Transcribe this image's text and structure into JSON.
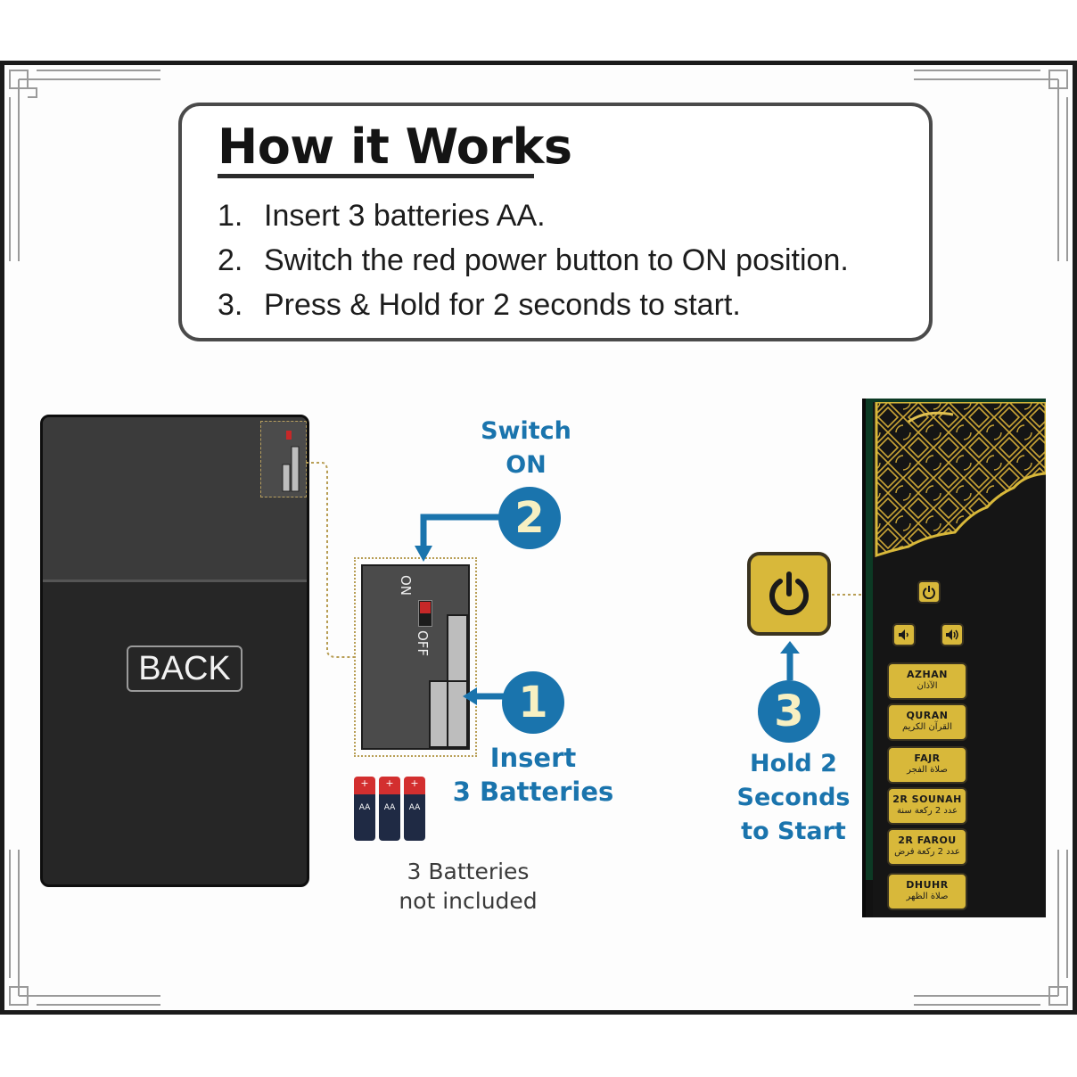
{
  "info": {
    "title": "How it Works",
    "steps": [
      {
        "num": "1.",
        "text": "Insert 3 batteries AA."
      },
      {
        "num": "2.",
        "text": "Switch the red power button to ON position."
      },
      {
        "num": "3.",
        "text": "Press & Hold for 2 seconds to start."
      }
    ]
  },
  "back_device": {
    "label": "BACK",
    "switch_on": "ON",
    "switch_off": "OFF"
  },
  "callouts": {
    "step1": {
      "number": "1",
      "line1": "Insert",
      "line2": "3 Batteries"
    },
    "step2": {
      "number": "2",
      "line1": "Switch",
      "line2": "ON"
    },
    "step3": {
      "number": "3",
      "line1": "Hold 2",
      "line2": "Seconds",
      "line3": "to Start"
    }
  },
  "batteries": {
    "type_label": "AA",
    "polarity_plus": "+",
    "caption_line1": "3 Batteries",
    "caption_line2": "not included"
  },
  "front_device": {
    "prayer_buttons": [
      {
        "en": "AZHAN",
        "ar": "الآذان"
      },
      {
        "en": "QURAN",
        "ar": "القرآن الكريم"
      },
      {
        "en": "FAJR",
        "ar": "صلاة الفجر"
      },
      {
        "en": "2R SOUNAH",
        "ar": "عدد 2 ركعة سنة"
      },
      {
        "en": "2R FAROU",
        "ar": "عدد 2 ركعة فرض"
      },
      {
        "en": "DHUHR",
        "ar": "صلاة الظهر"
      }
    ]
  },
  "colors": {
    "accent_blue": "#1a74ad",
    "gold": "#d8b83a",
    "number_cream": "#f7f0c2",
    "device_dark": "#262626",
    "switch_red": "#c62828"
  },
  "icons": [
    "power-icon",
    "volume-down-icon",
    "volume-up-icon",
    "battery-icon",
    "arrow-icon"
  ]
}
